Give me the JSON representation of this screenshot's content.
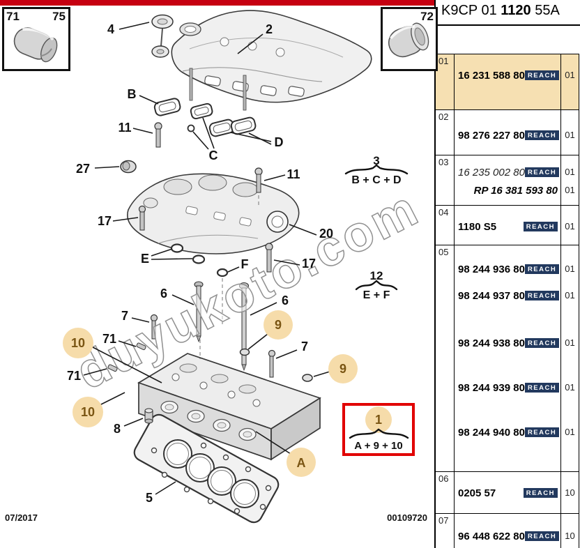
{
  "header": {
    "code_prefix": "K9CP 01",
    "code_bold": "1120",
    "code_suffix": "55A"
  },
  "thumbnails": {
    "left_labels": [
      "71",
      "75"
    ],
    "right_label": "72"
  },
  "footer": {
    "date": "07/2017",
    "doc_number": "00109720"
  },
  "watermark": "duyukoto.com",
  "reach_label": "REACH",
  "colors": {
    "accent_red_bar": "#c60011",
    "red_box_border": "#e10000",
    "row_highlight_beige": "#f6e0b2",
    "reach_badge_navy": "#22395e",
    "callout_circle_tan": "#f6dcaa",
    "callout_circle_text": "#7a5513"
  },
  "diagram": {
    "callouts": {
      "cap4": "4",
      "manifold2": "2",
      "gasket_b": "B",
      "bolt11_left": "11",
      "gasket_c": "C",
      "gasket_d": "D",
      "plug27": "27",
      "bolt11_right": "11",
      "bolt17_left": "17",
      "cover20": "20",
      "oring_e": "E",
      "oring_f": "F",
      "bolt17_right": "17",
      "stud6_left": "6",
      "stud6_right": "6",
      "bolt7_left": "7",
      "bolt7_right": "7",
      "washer9_a": "9",
      "washer9_b": "9",
      "nut10_a": "10",
      "nut10_b": "10",
      "stud71_a": "71",
      "stud71_b": "71",
      "dowel8": "8",
      "gasket5": "5",
      "head_a": "A"
    },
    "groups": {
      "g3": {
        "number": "3",
        "formula": "B + C + D"
      },
      "g12": {
        "number": "12",
        "formula": "E + F"
      },
      "g1": {
        "number": "1",
        "formula": "A + 9 + 10"
      }
    }
  },
  "parts_table": {
    "rows": [
      {
        "ref": "01",
        "entries": [
          {
            "number": "16 231 588 80",
            "qty": "01"
          }
        ]
      },
      {
        "ref": "02",
        "entries": [
          {
            "number": "98 276 227 80",
            "qty": "01"
          }
        ]
      },
      {
        "ref": "03",
        "entries": [
          {
            "number": "16 235 002 80",
            "qty": "01"
          },
          {
            "number": "RP 16 381 593 80",
            "qty": "01"
          }
        ]
      },
      {
        "ref": "04",
        "entries": [
          {
            "number": "1180 S5",
            "qty": "01"
          }
        ]
      },
      {
        "ref": "05",
        "entries": [
          {
            "number": "98 244 936 80",
            "qty": "01"
          },
          {
            "number": "98 244 937 80",
            "qty": "01"
          },
          {
            "number": "98 244 938 80",
            "qty": "01"
          },
          {
            "number": "98 244 939 80",
            "qty": "01"
          },
          {
            "number": "98 244 940 80",
            "qty": "01"
          }
        ]
      },
      {
        "ref": "06",
        "entries": [
          {
            "number": "0205 57",
            "qty": "10"
          }
        ]
      },
      {
        "ref": "07",
        "entries": [
          {
            "number": "96 448 622 80",
            "qty": "10"
          }
        ]
      }
    ]
  }
}
